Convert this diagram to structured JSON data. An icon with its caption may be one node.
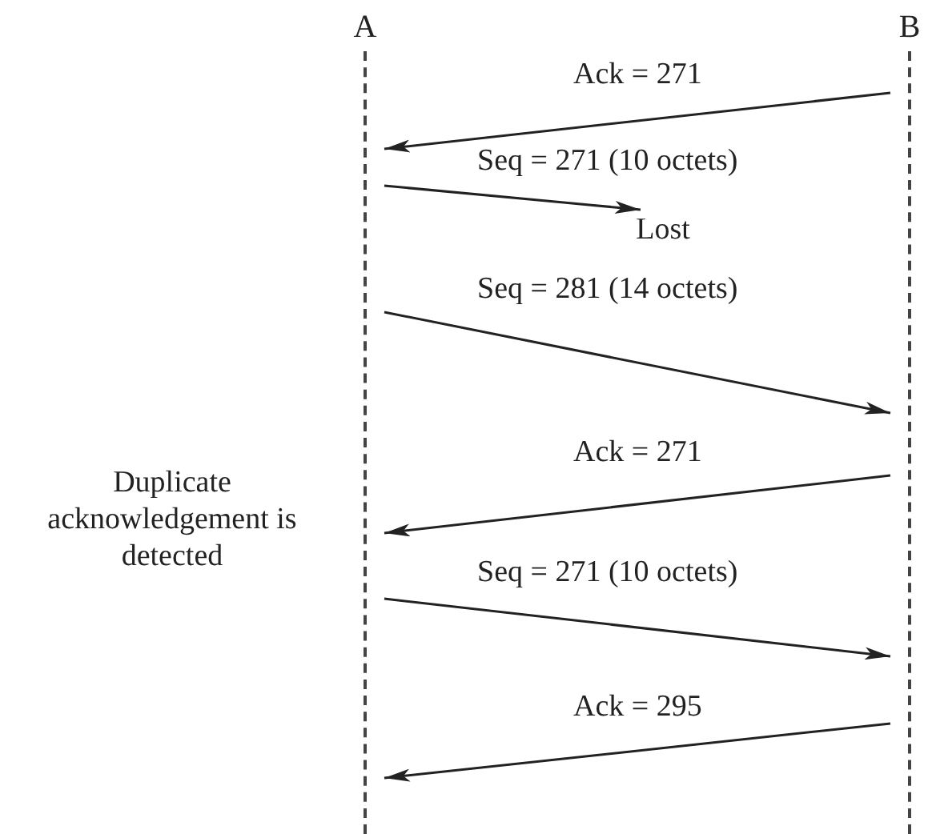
{
  "diagram": {
    "nodes": [
      {
        "text": [
          "A"
        ]
      },
      {
        "text": [
          "B"
        ]
      },
      {
        "text": [
          "Lost"
        ]
      }
    ],
    "edges": [
      {
        "from": 1,
        "to": 0,
        "arrow": "to",
        "label": "Ack = 271"
      },
      {
        "from": 0,
        "to": 2,
        "arrow": "to",
        "label": "Seq = 271 (10 octets)"
      },
      {
        "from": 0,
        "to": 1,
        "arrow": "to",
        "label": "Seq = 281 (14 octets)"
      },
      {
        "from": 1,
        "to": 0,
        "arrow": "to",
        "label": "Ack = 271"
      },
      {
        "from": 0,
        "to": 1,
        "arrow": "to",
        "label": "Seq = 271 (10 octets)"
      },
      {
        "from": 1,
        "to": 0,
        "arrow": "to",
        "label": "Ack = 295"
      }
    ],
    "labels": [
      "Duplicate acknowledgement is detected"
    ]
  }
}
